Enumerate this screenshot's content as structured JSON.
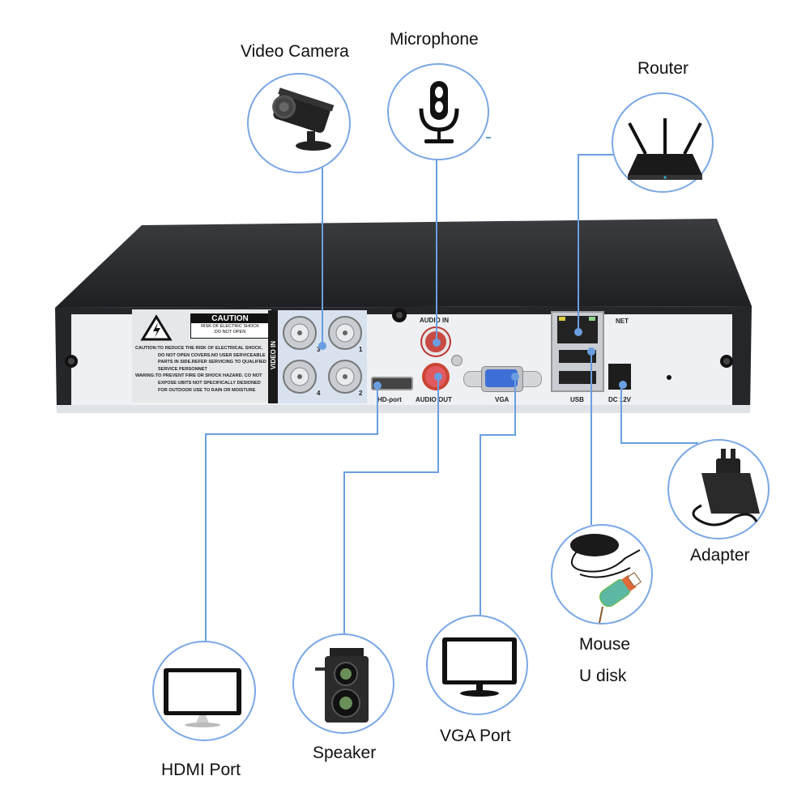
{
  "title": "DVR rear panel connection diagram",
  "devices": {
    "video_camera": {
      "label": "Video Camera",
      "icon": "bullet-camera-icon"
    },
    "microphone": {
      "label": "Microphone",
      "icon": "microphone-icon"
    },
    "router": {
      "label": "Router",
      "icon": "router-icon"
    },
    "adapter": {
      "label": "Adapter",
      "icon": "power-adapter-icon"
    },
    "mouse_udisk": {
      "label_line1": "Mouse",
      "label_line2": "U disk",
      "icon": "mouse-usb-drive-icon"
    },
    "vga_port": {
      "label": "VGA Port",
      "icon": "monitor-icon"
    },
    "speaker": {
      "label": "Speaker",
      "icon": "speaker-icon"
    },
    "hdmi_port": {
      "label": "HDMI Port",
      "icon": "monitor-icon"
    }
  },
  "panel": {
    "caution_title": "CAUTION",
    "caution_sub1": "RISK OF ELECTRIC SHOCK",
    "caution_sub2": "DO NOT OPEN",
    "caution_text": [
      "CAUTION:TO REDUCE THE RISK OF ELECTRICAL SHOCK.",
      "DO NOT OPEN COVERS.NO USER SERVICEABLE",
      "PARTS IN SIDE.REFER SERVICING TO QUALIFIED",
      "SERVICE PERSONNET",
      "WARING:TO PREVENT FIRE OR SHOCK HAZARD. CO NOT",
      "EXPOSE UBITS NOT SPECIFICALLY DESIONED",
      "FOR OUTDOOR USE TO RAIN OR MOISTURE"
    ],
    "video_in": "VIDEO IN",
    "channels": [
      "3",
      "1",
      "4",
      "2"
    ],
    "hd_port": "HD-port",
    "audio_in": "AUDIO IN",
    "audio_out": "AUDIO OUT",
    "vga": "VGA",
    "net": "NET",
    "usb": "USB",
    "dc": "DC 12V"
  },
  "colors": {
    "connector_line": "#6a9ee0",
    "circle": "#7aa7e6",
    "chassis": "#2b2d30",
    "panel": "#eef0f2"
  }
}
